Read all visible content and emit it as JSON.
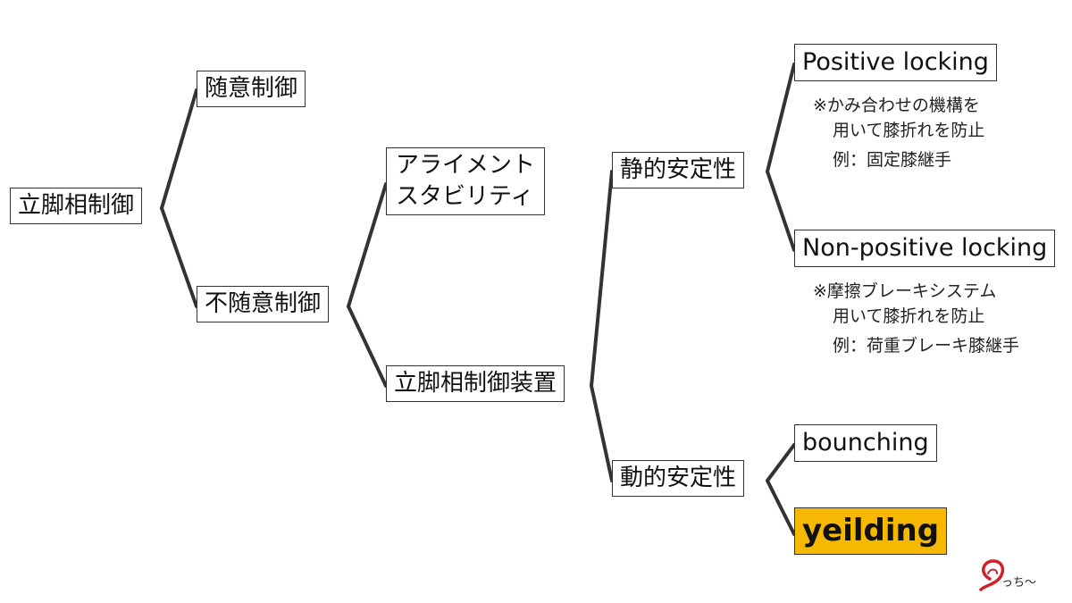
{
  "nodes": {
    "root": "立脚相制御",
    "voluntary": "随意制御",
    "involuntary": "不随意制御",
    "alignment_line1": "アライメント",
    "alignment_line2": "スタビリティ",
    "device": "立脚相制御装置",
    "static": "静的安定性",
    "dynamic": "動的安定性",
    "positive": "Positive locking",
    "nonpositive": "Non-positive locking",
    "bouncing": "bounching",
    "yielding": "yeilding"
  },
  "notes": {
    "positive_line1": "※かみ合わせの機構を",
    "positive_line2": "用いて膝折れを防止",
    "positive_example": "例：固定膝継手",
    "nonpositive_line1": "※摩擦ブレーキシステム",
    "nonpositive_line2": "用いて膝折れを防止",
    "nonpositive_example": "例：荷重ブレーキ膝継手"
  },
  "logo": {
    "text": "っち～",
    "icon": "swirl-logo-icon",
    "color": "#d0202a"
  },
  "colors": {
    "highlight": "#f6b800",
    "line": "#333333"
  }
}
